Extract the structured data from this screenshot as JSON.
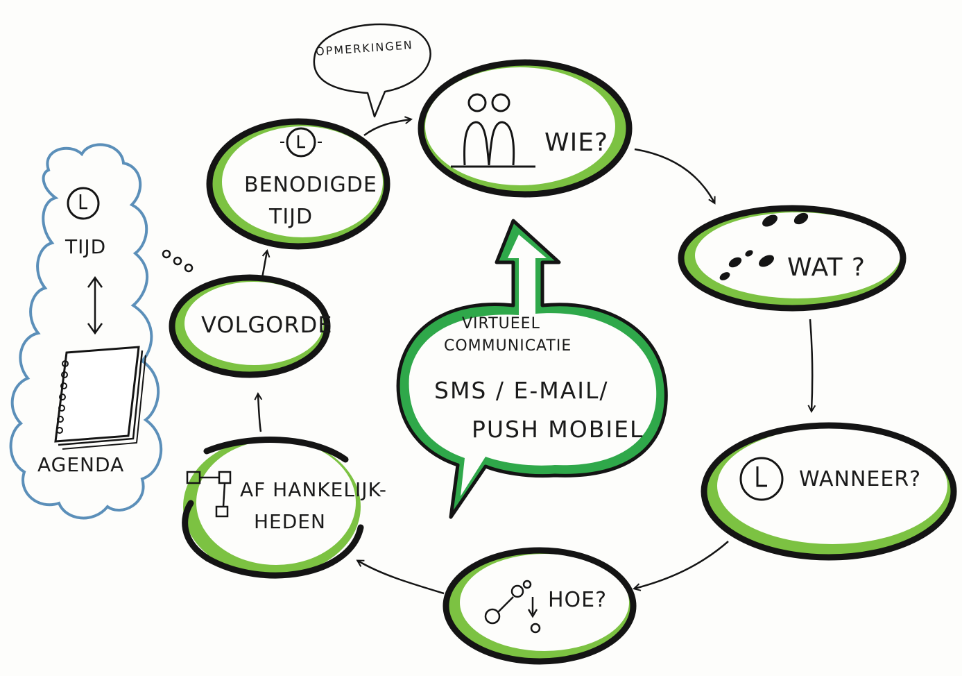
{
  "colors": {
    "accent": "#7cc242",
    "bubble": "#2fa84a",
    "cloud": "#5b8fb9",
    "ink": "#141414"
  },
  "diagram": {
    "comment_bubble": "OPMERKINGEN",
    "nodes": {
      "wie": "WIE?",
      "wat": "WAT ?",
      "wanneer": "WANNEER?",
      "hoe": "HOE?",
      "afhankelijkheden": [
        "AF HANKELIJK-",
        "HEDEN"
      ],
      "volgorde": "VOLGORDE",
      "benodigde_tijd": [
        "BENODIGDE",
        "TIJD"
      ]
    },
    "center": {
      "heading": [
        "VIRTUEEL",
        "COMMUNICATIE"
      ],
      "body": [
        "SMS / E-MAIL/",
        "PUSH MOBIEL"
      ]
    },
    "cloud": {
      "top": "TIJD",
      "bottom": "AGENDA"
    },
    "icons": [
      "clock-icon",
      "people-icon",
      "footprints-icon",
      "process-icon",
      "flowchart-icon",
      "notebook-icon",
      "double-arrow-icon"
    ]
  }
}
